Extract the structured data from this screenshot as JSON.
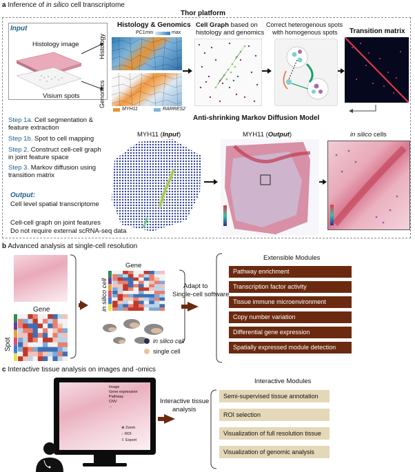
{
  "section_a": {
    "letter": "a",
    "title_pre": "Inference of ",
    "title_italic": "in silico",
    "title_post": " cell transcriptome",
    "platform": "Thor platform",
    "input_label": "Input",
    "histology_image": "Histology image",
    "visium_spots": "Visium spots",
    "hg_title": "Histology & Genomics",
    "pc1": "PC1",
    "min": "min",
    "max": "max",
    "histology_side": "Histology",
    "genomics_side": "Genomics",
    "gene1": "MYH11",
    "gene2": "RARRES2",
    "cell_graph_bold": "Cell Graph",
    "cell_graph_rest": " based on",
    "cell_graph_line2": "histology and genomics",
    "correct_line1": "Correct heterogenous spots",
    "correct_line2": "with homogenous spots",
    "transition_matrix": "Transition matrix",
    "anti_shrinking": "Anti-shrinking Markov Diffusion Model",
    "steps": [
      {
        "label": "Step 1a.",
        "text": " Cell segmentation &",
        "line2": "feature extraction"
      },
      {
        "label": "Step 1b.",
        "text": " Spot to cell mapping",
        "line2": ""
      },
      {
        "label": "Step 2.",
        "text": " Construct cell-cell graph",
        "line2": "in joint feature space"
      },
      {
        "label": "Step 3.",
        "text": " Markov diffusion using",
        "line2": "transition matrix"
      }
    ],
    "output_label": "Output:",
    "output_text": "Cell level spatial transcriptome",
    "note1": "Cell-cell graph on joint features",
    "note2": "Do not require external scRNA-seq data",
    "myh11_input_pre": "MYH11 (",
    "myh11_input_em": "Input",
    "myh11_input_post": ")",
    "myh11_output_pre": "MYH11 (",
    "myh11_output_em": "Output",
    "myh11_output_post": ")",
    "in_silico_cells_em": "in silico",
    "in_silico_cells_post": " cells"
  },
  "section_b": {
    "letter": "b",
    "title": "Advanced analysis at single-cell resolution",
    "gene": "Gene",
    "gene2": "Gene",
    "spot": "Spot",
    "in_silico_cell_axis": "in silico cell",
    "adapt_line1": "Adapt to",
    "adapt_line2": "Single-cell software",
    "legend1": "in silico cell",
    "legend2": "single cell",
    "modules_title": "Extensible Modules",
    "modules": [
      "Pathway enrichment",
      "Transcription factor activity",
      "Tissue immune microenvironment",
      "Copy number variation",
      "Differential gene expression",
      "Spatially expressed module detection"
    ]
  },
  "section_c": {
    "letter": "c",
    "title": "Interactive tissue analysis on images and -omics",
    "menu": [
      "Image",
      "Gene expression",
      "Pathway",
      "CNV",
      "..."
    ],
    "tools": [
      "Zoom",
      "ROI",
      "Export"
    ],
    "interactive_line1": "Interactive tissue",
    "interactive_line2": "analysis",
    "modules_title": "Interactive Modules",
    "modules": [
      "Semi-supervised tissue annotation",
      "ROI selection",
      "Visualization of full resolution tissue",
      "Visualization of genomic analysis"
    ]
  },
  "colors": {
    "brown": "#6b2a10",
    "tan": "#e5d8b9",
    "blue_text": "#1f5f8b",
    "tissue_pink": "#e6a7b8"
  }
}
